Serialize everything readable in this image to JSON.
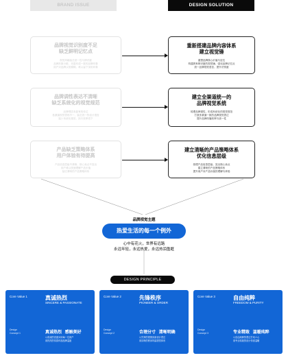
{
  "headers": {
    "issue": "BRAND ISSUE",
    "solution": "DESIGN SOLUTION"
  },
  "issues": [
    {
      "title": "品牌视觉识别度不足\n缺乏鲜明记忆点",
      "desc": "视觉风格缺乏统一性与辨识度\n品牌形象分散，未能形成一致的品牌印象\n用户对品牌认知模糊，难以留下深刻印象\n"
    },
    {
      "title": "品牌调性表达不清晰\n缺乏系统化的视觉规范",
      "desc": "品牌理念未能有效传达\n各渠道视觉表现不一，缺乏统一的设计语言\n缺少系统化规范，执行效率低下\n"
    },
    {
      "title": "产品缺乏策略体系\n用户体验有待提高",
      "desc": "产品信息层级不清晰，核心卖点不突出\n用户难以快速理解产品价值\n缺乏清晰的产品策略体系\n"
    }
  ],
  "solutions": [
    {
      "title": "重新搭建品牌内容体系\n建立视觉锤",
      "desc": "重塑品牌核心价值与定位\n构建具有辨识度的视觉锤，强化品牌记忆点\n统一品牌视觉语言，提升识别度\n"
    },
    {
      "title": "建立全渠道统一的\n品牌视觉系统",
      "desc": "梳理品牌调性，形成系统化的视觉规范\n打造多渠道一致的品牌视觉表达\n提升品牌传播效率与统一性\n"
    },
    {
      "title": "建立清晰的产品策略体系\n优化信息层级",
      "desc": "梳理产品信息层级，突出核心卖点\n建立清晰的产品策略体系\n提升用户对产品价值的理解与体验\n"
    }
  ],
  "brand_theme": {
    "label": "品牌视觉主题",
    "main": "热爱生活的每一个例外",
    "lines": [
      "心中有花火，世界有远路",
      "永远年轻，永远热爱，永远热泪盈眶"
    ]
  },
  "design_principle_label": "DESIGN PRINCIPLE",
  "cards": [
    {
      "core": "Core Value   1",
      "title_cn": "真诚热烈",
      "title_en": "SINCERE & PASSIONATE",
      "concept": "Design\nConcept 1",
      "keywords": "真诚热烈  感触美好",
      "desc": "以真诚的态度对待每一位用户\n用热烈的情感传递品牌温度\n"
    },
    {
      "core": "Core Value   2",
      "title_cn": "先锋秩序",
      "title_en": "PIONEER & ORDER",
      "concept": "Design\nConcept 2",
      "keywords": "合理分寸  清晰明确",
      "desc": "以先锋的视角探索设计表达\n用清晰的秩序构建视觉体系\n"
    },
    {
      "core": "Core Value   3",
      "title_cn": "自由纯粹",
      "title_en": "FREEDOM & PURITY",
      "concept": "Design\nConcept 3",
      "keywords": "专业精致  温暖纯粹",
      "desc": "以自由纯粹的表达打动人心\n用专业精致的设计传递温暖\n"
    }
  ],
  "colors": {
    "accent": "#1266d6",
    "dark": "#0a0a0a",
    "issue_text": "#c6c6c6"
  }
}
